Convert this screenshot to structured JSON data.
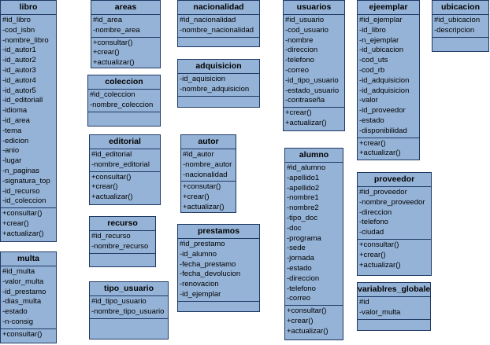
{
  "classes": [
    {
      "id": "libro",
      "title": "libro",
      "attributes": [
        "#id_libro",
        "-cod_isbn",
        "-nombre_libro",
        "-id_autor1",
        "-id_autor2",
        "-id_autor3",
        "-id_autor4",
        "-id_autor5",
        "-id_editoriall",
        "-idioma",
        "-id_area",
        "-tema",
        "-edicion",
        "-anio",
        "-lugar",
        "-n_paginas",
        "-signatura_top",
        "-id_recurso",
        "-id_coleccion"
      ],
      "methods": [
        "+consultar()",
        "+crear()",
        "+actualizar()"
      ]
    },
    {
      "id": "multa",
      "title": "multa",
      "attributes": [
        "#id_multa",
        "-valor_multa",
        "-id_prestamo",
        "-dias_multa",
        "-estado",
        "-n-consig"
      ],
      "methods": [
        "+consultar()"
      ]
    },
    {
      "id": "areas",
      "title": "areas",
      "attributes": [
        "#id_area",
        "-nombre_area"
      ],
      "methods": [
        "+consultar()",
        "+crear()",
        "+actualizar()"
      ]
    },
    {
      "id": "coleccion",
      "title": "coleccion",
      "attributes": [
        "#id_coleccion",
        "-nombre_coleccion"
      ],
      "methods": []
    },
    {
      "id": "editorial",
      "title": "editorial",
      "attributes": [
        "#id_editorial",
        "-nombre_editorial"
      ],
      "methods": [
        "+consultar()",
        "+crear()",
        "+actualizar()"
      ]
    },
    {
      "id": "recurso",
      "title": "recurso",
      "attributes": [
        "#id_recurso",
        "-nombre_recurso"
      ],
      "methods": []
    },
    {
      "id": "tipo_usuario",
      "title": "tipo_usuario",
      "attributes": [
        "#id_tipo_usuario",
        "-nombre_tipo_usuario"
      ],
      "methods": []
    },
    {
      "id": "nacionalidad",
      "title": "nacionalidad",
      "attributes": [
        "#id_nacionalidad",
        "-nombre_nacionalidad"
      ],
      "methods": []
    },
    {
      "id": "adquisicion",
      "title": "adquisicion",
      "attributes": [
        "-id_aquisicion",
        "-nombre_adquisicion"
      ],
      "methods": []
    },
    {
      "id": "autor",
      "title": "autor",
      "attributes": [
        "#id_autor",
        "-nombre_autor",
        "-nacionalidad"
      ],
      "methods": [
        "+consutar()",
        "+crear()",
        "+actualizar()"
      ]
    },
    {
      "id": "prestamos",
      "title": "prestamos",
      "attributes": [
        "#id_prestamo",
        "-id_alumno",
        "-fecha_prestamo",
        "-fecha_devolucion",
        "-renovacion",
        "-id_ejemplar"
      ],
      "methods": []
    },
    {
      "id": "usuarios",
      "title": "usuarios",
      "attributes": [
        "#id_usuario",
        "-cod_usuario",
        "-nombre",
        "-direccion",
        "-telefono",
        "-correo",
        "-id_tipo_usuario",
        "-estado_usuario",
        "-contraseña"
      ],
      "methods": [
        "+crear()",
        "+actualizar()"
      ]
    },
    {
      "id": "alumno",
      "title": "alumno",
      "attributes": [
        "#id_alumno",
        "-apellido1",
        "-apellido2",
        "-nombre1",
        "-nombre2",
        "-tipo_doc",
        "-doc",
        "-programa",
        "-sede",
        "-jornada",
        "-estado",
        "-direccion",
        "-telefono",
        "-correo"
      ],
      "methods": [
        "+consultar()",
        "+crear()",
        "+actualizar()"
      ]
    },
    {
      "id": "ejeemplar",
      "title": "ejeemplar",
      "attributes": [
        "#id_ejemplar",
        "-id_libro",
        "-n_ejemplar",
        "-id_ubicacion",
        "-cod_uts",
        "-cod_rb",
        "-id_adquisicion",
        "-id_adquisicion",
        "-valor",
        "-id_proveedor",
        "-estado",
        "-disponibilidad"
      ],
      "methods": [
        "+crear()",
        "+actualizar()"
      ]
    },
    {
      "id": "proveedor",
      "title": "proveedor",
      "attributes": [
        "#id_proveedor",
        "-nombre_proveedor",
        "-direccion",
        "-telefono",
        "-ciudad"
      ],
      "methods": [
        "+consultar()",
        "+crear()",
        "+actualizar()"
      ]
    },
    {
      "id": "variablres_globales",
      "title": "variablres_globales",
      "attributes": [
        "#id",
        "-valor_multa"
      ],
      "methods": []
    },
    {
      "id": "ubicacion",
      "title": "ubicacion",
      "attributes": [
        "#id_ubicacion",
        "-descripcion"
      ],
      "methods": []
    }
  ]
}
